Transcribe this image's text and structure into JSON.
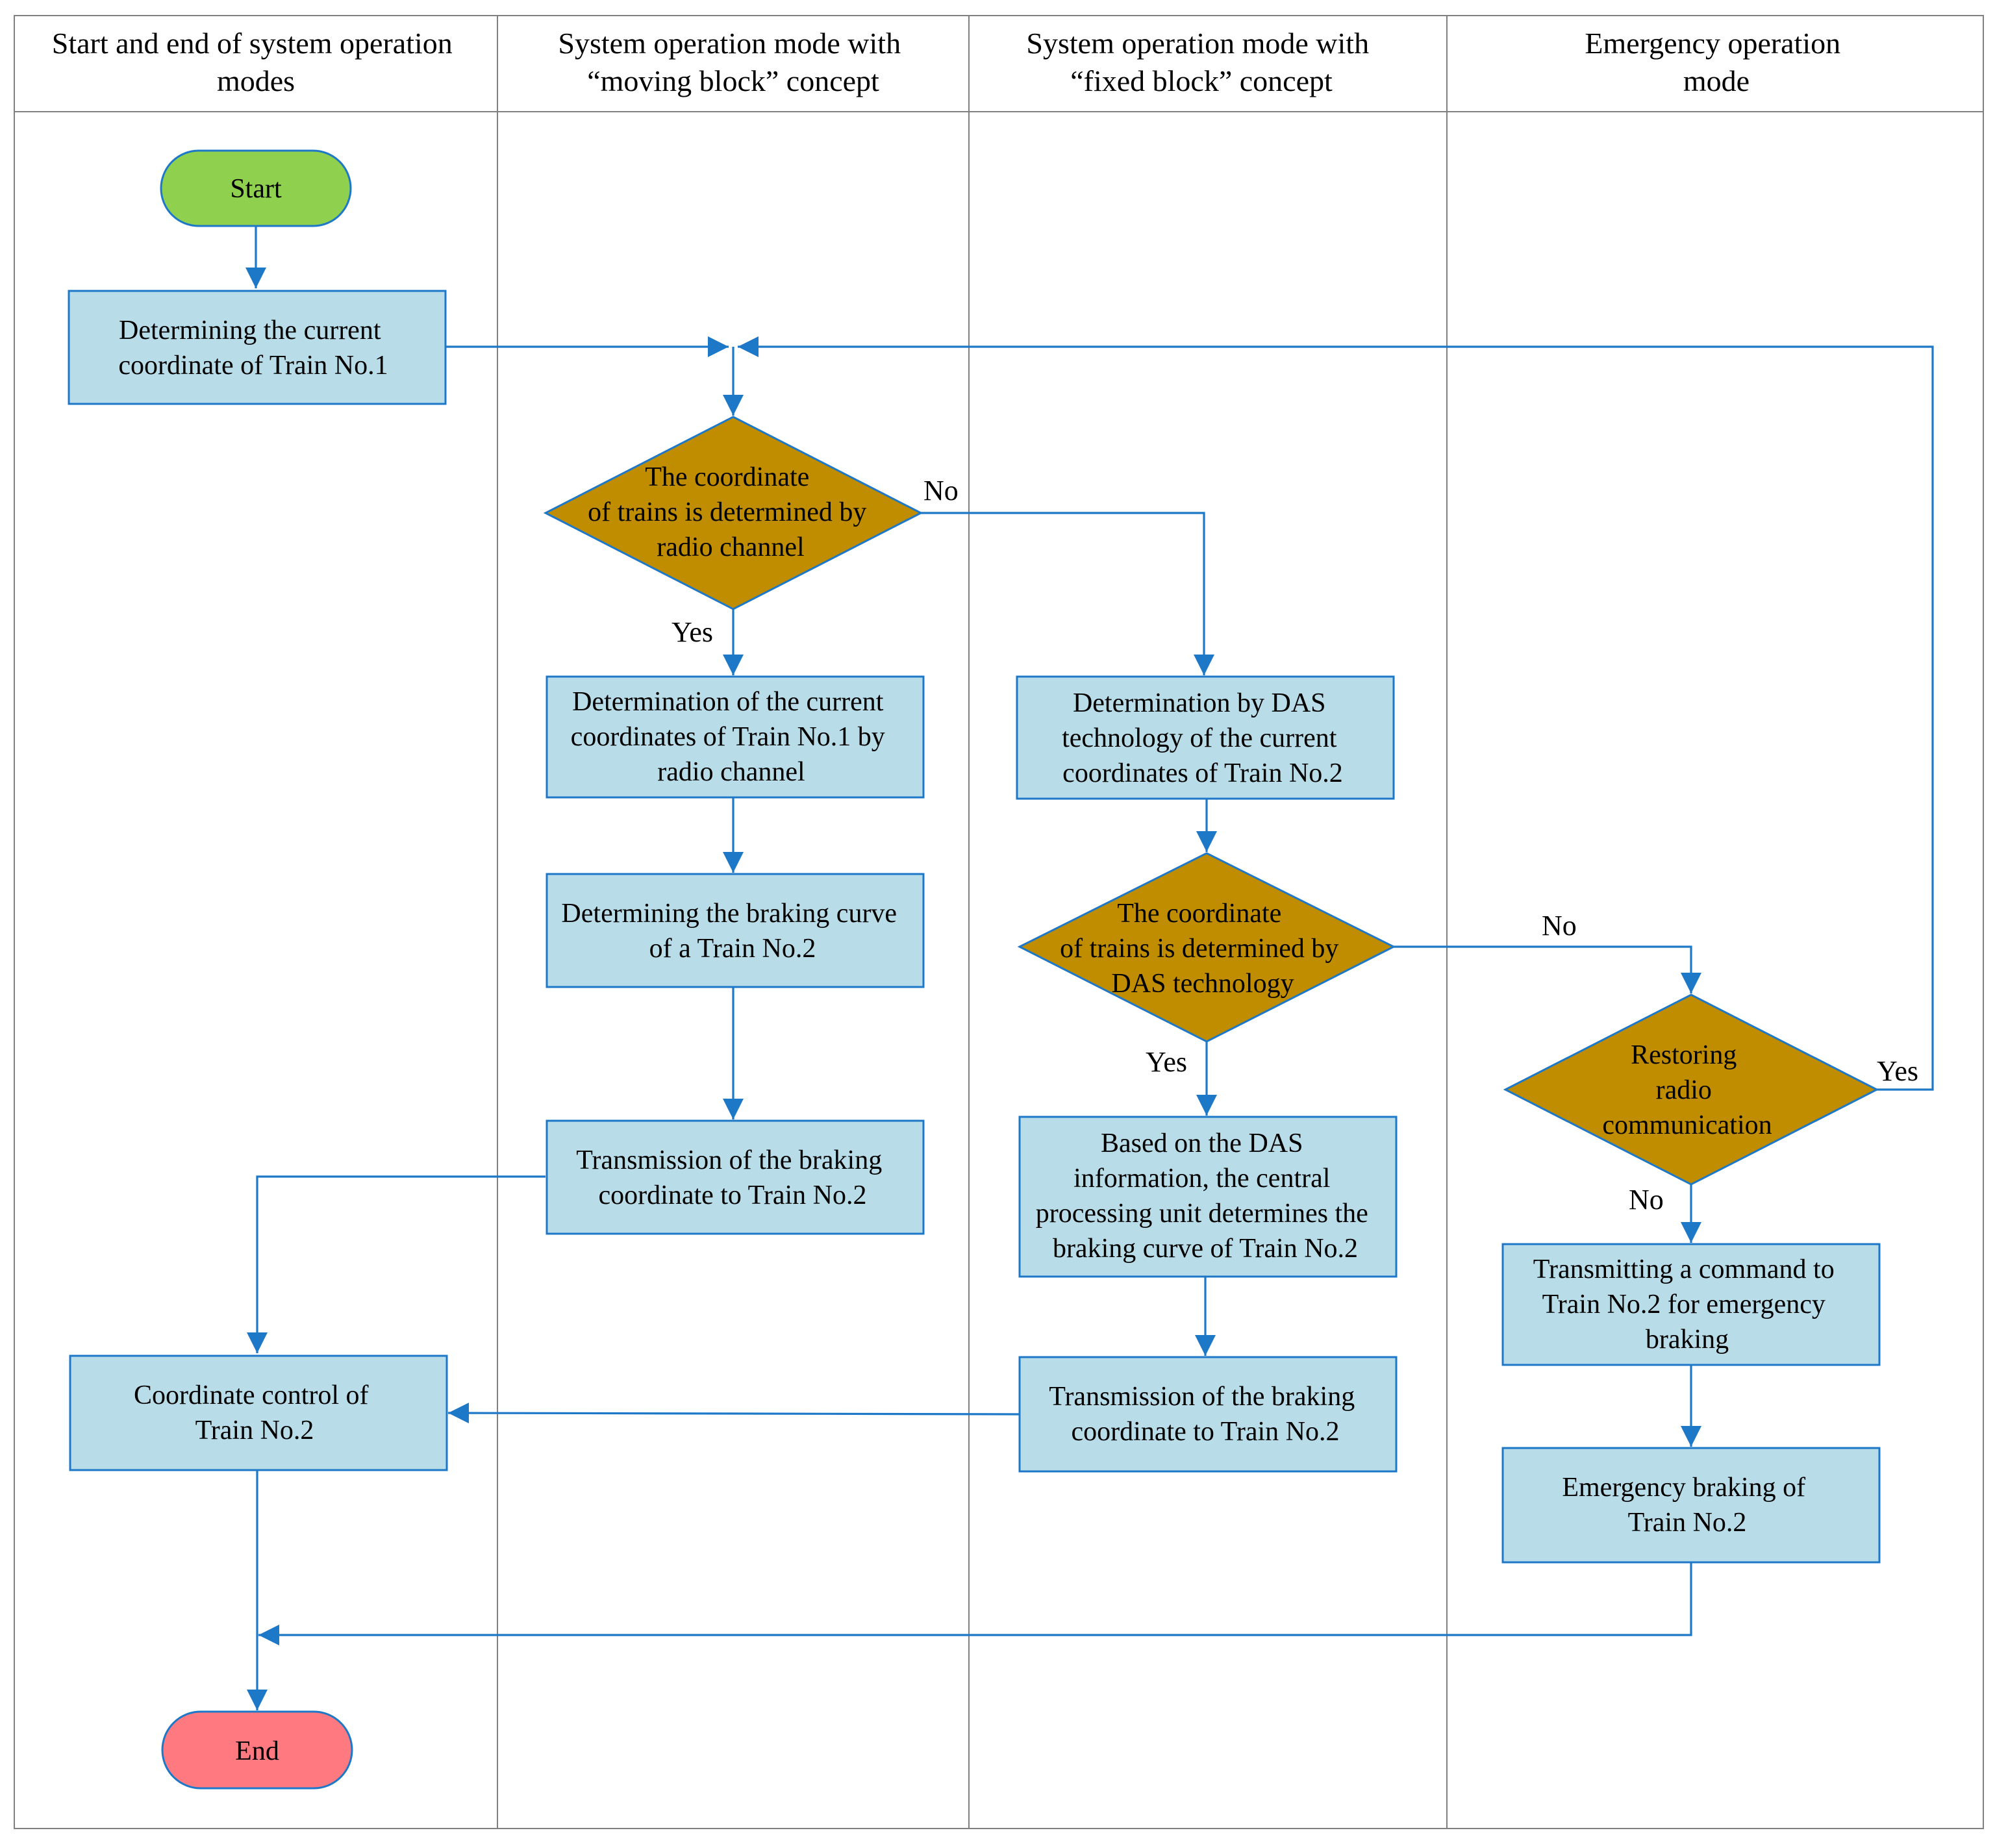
{
  "lanes": [
    {
      "title_lines": [
        "Start and end of system operation",
        "modes"
      ]
    },
    {
      "title_lines": [
        "System operation mode with",
        "“moving block” concept"
      ]
    },
    {
      "title_lines": [
        "System operation mode with",
        "“fixed block” concept"
      ]
    },
    {
      "title_lines": [
        "Emergency operation",
        "mode"
      ]
    }
  ],
  "nodes": {
    "start": {
      "shape": "terminator",
      "lines": [
        "Start"
      ]
    },
    "det_coord_t1": {
      "shape": "process",
      "lines": [
        "Determining the current",
        "coordinate of Train No.1"
      ]
    },
    "dec_radio": {
      "shape": "decision",
      "lines": [
        "The coordinate",
        "of trains is determined by",
        "radio channel"
      ]
    },
    "det_radio_t1": {
      "shape": "process",
      "lines": [
        "Determination of the current",
        "coordinates of Train No.1 by",
        "radio channel"
      ]
    },
    "det_brake_curve": {
      "shape": "process",
      "lines": [
        "Determining the braking curve",
        "of a Train No.2"
      ]
    },
    "trans_brake_mb": {
      "shape": "process",
      "lines": [
        "Transmission of the braking",
        "coordinate to Train No.2"
      ]
    },
    "det_das_t2": {
      "shape": "process",
      "lines": [
        "Determination by DAS",
        "technology of the current",
        "coordinates of Train No.2"
      ]
    },
    "dec_das": {
      "shape": "decision",
      "lines": [
        "The coordinate",
        "of trains is determined by",
        "DAS technology"
      ]
    },
    "cpu_brake_curve": {
      "shape": "process",
      "lines": [
        "Based on the DAS",
        "information, the central",
        "processing unit determines the",
        "braking curve of Train No.2"
      ]
    },
    "trans_brake_fb": {
      "shape": "process",
      "lines": [
        "Transmission of the braking",
        "coordinate to Train No.2"
      ]
    },
    "dec_restore": {
      "shape": "decision",
      "lines": [
        "Restoring",
        "radio",
        "communication"
      ]
    },
    "cmd_emergency": {
      "shape": "process",
      "lines": [
        "Transmitting a command to",
        "Train No.2 for emergency",
        "braking"
      ]
    },
    "emergency_braking": {
      "shape": "process",
      "lines": [
        "Emergency braking of",
        "Train No.2"
      ]
    },
    "coord_control": {
      "shape": "process",
      "lines": [
        "Coordinate control of",
        "Train No.2"
      ]
    },
    "end": {
      "shape": "terminator",
      "lines": [
        "End"
      ]
    }
  },
  "edges": [
    {
      "from": "start",
      "to": "det_coord_t1",
      "label": ""
    },
    {
      "from": "det_coord_t1",
      "to": "dec_radio",
      "label": ""
    },
    {
      "from": "dec_radio",
      "to": "det_radio_t1",
      "label": "Yes"
    },
    {
      "from": "dec_radio",
      "to": "det_das_t2",
      "label": "No"
    },
    {
      "from": "det_radio_t1",
      "to": "det_brake_curve",
      "label": ""
    },
    {
      "from": "det_brake_curve",
      "to": "trans_brake_mb",
      "label": ""
    },
    {
      "from": "trans_brake_mb",
      "to": "coord_control",
      "label": ""
    },
    {
      "from": "det_das_t2",
      "to": "dec_das",
      "label": ""
    },
    {
      "from": "dec_das",
      "to": "cpu_brake_curve",
      "label": "Yes"
    },
    {
      "from": "dec_das",
      "to": "dec_restore",
      "label": "No"
    },
    {
      "from": "cpu_brake_curve",
      "to": "trans_brake_fb",
      "label": ""
    },
    {
      "from": "trans_brake_fb",
      "to": "coord_control",
      "label": ""
    },
    {
      "from": "dec_restore",
      "to": "dec_radio",
      "label": "Yes"
    },
    {
      "from": "dec_restore",
      "to": "cmd_emergency",
      "label": "No"
    },
    {
      "from": "cmd_emergency",
      "to": "emergency_braking",
      "label": ""
    },
    {
      "from": "emergency_braking",
      "to": "end",
      "label": ""
    },
    {
      "from": "coord_control",
      "to": "end",
      "label": ""
    }
  ]
}
